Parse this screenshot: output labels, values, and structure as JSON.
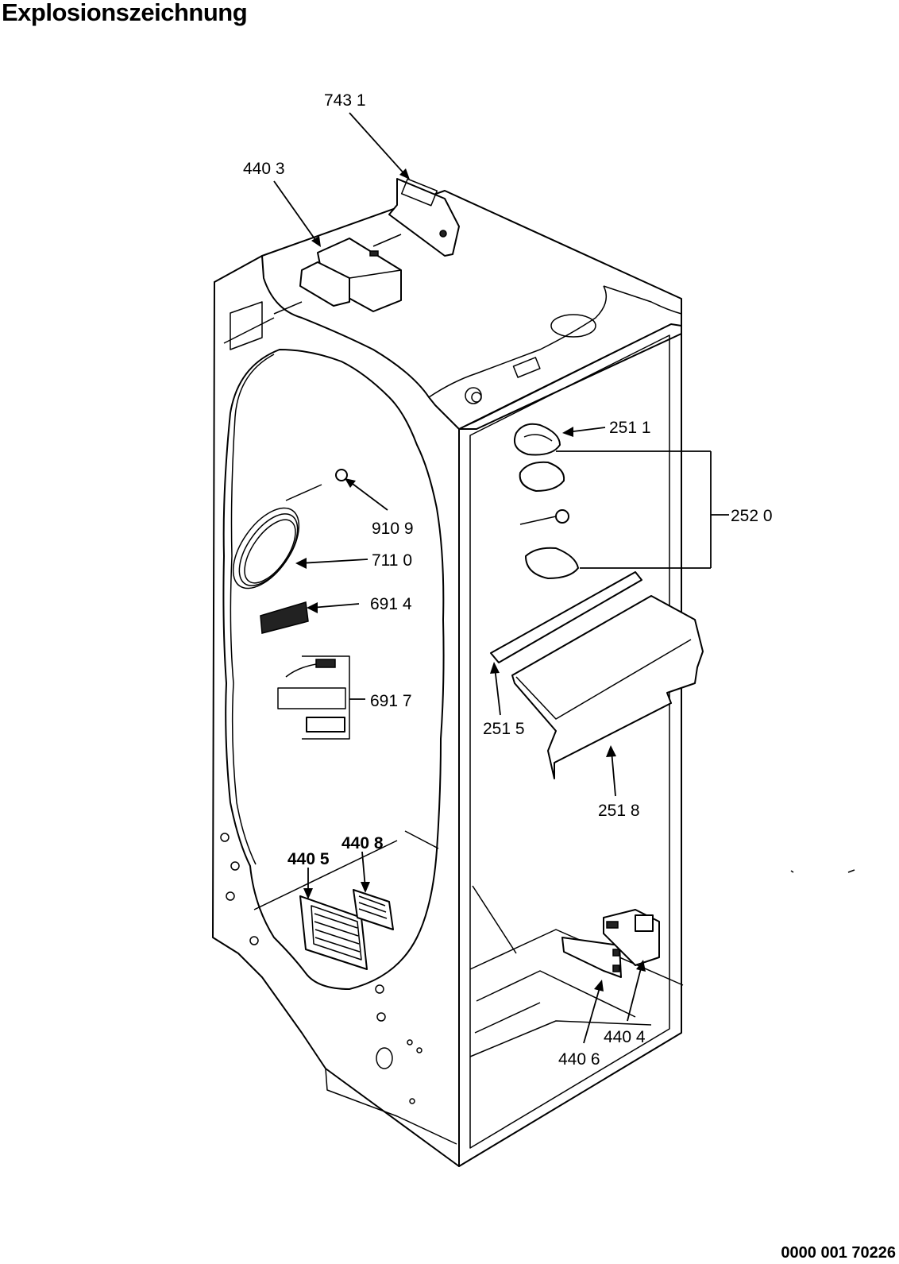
{
  "title": "Explosionszeichnung",
  "document_number": "0000 001 70226",
  "callouts": [
    {
      "id": "743-1",
      "text": "743 1"
    },
    {
      "id": "440-3",
      "text": "440 3"
    },
    {
      "id": "251-1",
      "text": "251 1"
    },
    {
      "id": "252-0",
      "text": "252 0"
    },
    {
      "id": "910-9",
      "text": "910 9"
    },
    {
      "id": "711-0",
      "text": "711 0"
    },
    {
      "id": "691-4",
      "text": "691 4"
    },
    {
      "id": "691-7",
      "text": "691 7"
    },
    {
      "id": "251-5",
      "text": "251 5"
    },
    {
      "id": "251-8",
      "text": "251 8"
    },
    {
      "id": "440-8",
      "text": "440 8"
    },
    {
      "id": "440-5",
      "text": "440 5"
    },
    {
      "id": "440-6",
      "text": "440 6"
    },
    {
      "id": "440-4",
      "text": "440 4"
    }
  ]
}
